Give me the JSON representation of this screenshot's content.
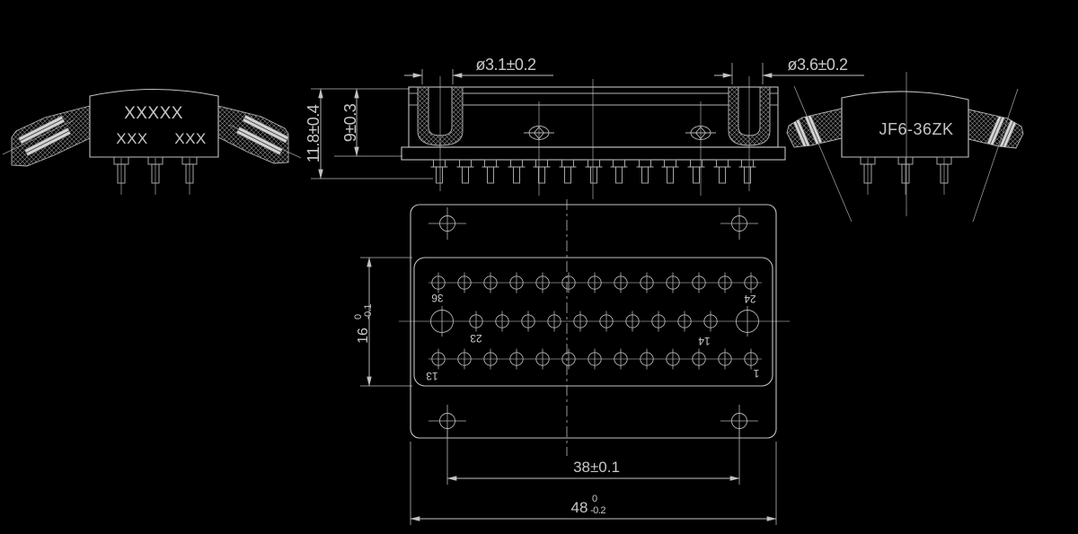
{
  "drawing": {
    "kind": "connector engineering drawing",
    "part_number": "JF6-36ZK"
  },
  "left_view": {
    "marking_row1": "XXXXX",
    "marking_row2_left": "XXX",
    "marking_row2_right": "XXX"
  },
  "right_view": {
    "marking": "JF6-36ZK"
  },
  "front_view": {
    "dim_slot_small": "ø3.1±0.2",
    "dim_slot_large": "ø3.6±0.2",
    "dim_overall_height": "11.8±0.4",
    "dim_body_height": "9±0.3"
  },
  "face_view": {
    "dim_insert_height": {
      "nominal": "16",
      "tol_upper": "0",
      "tol_lower": "-0.1"
    },
    "dim_mount_span": "38±0.1",
    "dim_overall_width": {
      "nominal": "48",
      "tol_upper": "0",
      "tol_lower": "-0.2"
    },
    "pin_numbers": {
      "top_left": "36",
      "top_right": "24",
      "mid_left": "23",
      "mid_right": "14",
      "bottom_left": "13",
      "bottom_right": "1"
    },
    "hole_counts": {
      "top_row": 13,
      "middle_row_small": 10,
      "middle_row_large": 2,
      "bottom_row": 13,
      "corner_mount": 4
    }
  }
}
